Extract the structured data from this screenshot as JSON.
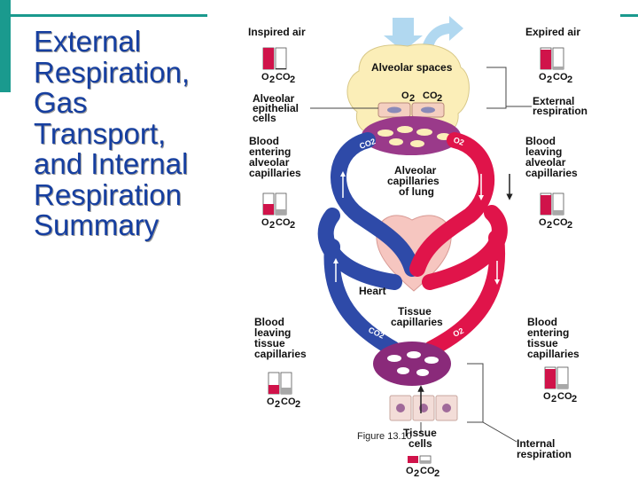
{
  "slide": {
    "title": "External Respiration, Gas Transport, and Internal Respiration Summary"
  },
  "colors": {
    "accent": "#1a9a8e",
    "title_text": "#163fa0",
    "oxygenated_blood": "#e0144a",
    "deoxygenated_blood": "#2e4aa8",
    "capillary_purple": "#8a2a7a"
  },
  "figure": {
    "caption": "Figure 13.10",
    "labels": {
      "inspired_air": "Inspired air",
      "expired_air": "Expired air",
      "alveolar_spaces": "Alveolar spaces",
      "alveolar_epithelial_1": "Alveolar",
      "alveolar_epithelial_2": "epithelial",
      "alveolar_epithelial_3": "cells",
      "external_respiration_1": "External",
      "external_respiration_2": "respiration",
      "blood_entering_alveolar_1": "Blood",
      "blood_entering_alveolar_2": "entering",
      "blood_entering_alveolar_3": "alveolar",
      "blood_entering_alveolar_4": "capillaries",
      "blood_leaving_alveolar_1": "Blood",
      "blood_leaving_alveolar_2": "leaving",
      "blood_leaving_alveolar_3": "alveolar",
      "blood_leaving_alveolar_4": "capillaries",
      "alveolar_capillaries_1": "Alveolar",
      "alveolar_capillaries_2": "capillaries",
      "alveolar_capillaries_3": "of lung",
      "heart": "Heart",
      "tissue_capillaries_1": "Tissue",
      "tissue_capillaries_2": "capillaries",
      "blood_leaving_tissue_1": "Blood",
      "blood_leaving_tissue_2": "leaving",
      "blood_leaving_tissue_3": "tissue",
      "blood_leaving_tissue_4": "capillaries",
      "blood_entering_tissue_1": "Blood",
      "blood_entering_tissue_2": "entering",
      "blood_entering_tissue_3": "tissue",
      "blood_entering_tissue_4": "capillaries",
      "tissue_cells_1": "Tissue",
      "tissue_cells_2": "cells",
      "internal_respiration_1": "Internal",
      "internal_respiration_2": "respiration"
    },
    "vessel_labels": {
      "co2_upper_left": "CO2",
      "o2_upper_right": "O2",
      "co2_lower_left": "CO2",
      "o2_lower_right": "O2"
    },
    "gas_labels": {
      "o2": "O",
      "co2": "CO",
      "subscript": "2"
    }
  }
}
